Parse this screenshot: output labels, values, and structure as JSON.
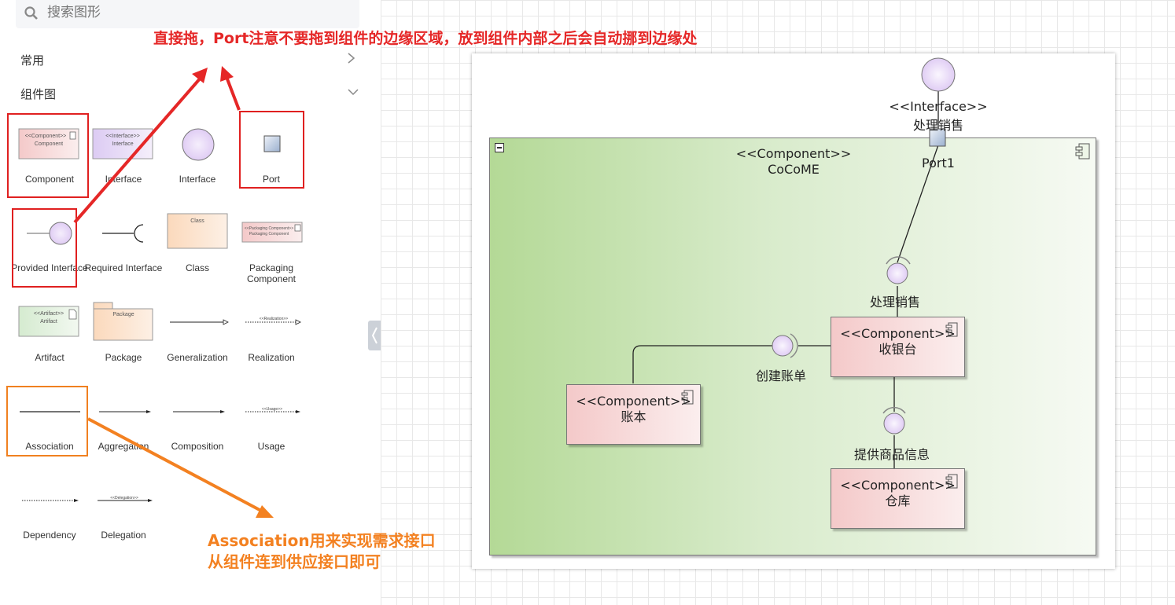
{
  "search": {
    "placeholder": "搜索图形"
  },
  "sidebar": {
    "sections": [
      {
        "label": "常用",
        "state": "collapsed"
      },
      {
        "label": "组件图",
        "state": "expanded"
      }
    ],
    "shapes": {
      "component": {
        "label": "Component",
        "mini_text": [
          "<<Component>>",
          "Component"
        ]
      },
      "interface_box": {
        "label": "Interface",
        "mini_text": [
          "<<Interface>>",
          "Interface"
        ]
      },
      "interface_circle": {
        "label": "Interface"
      },
      "port": {
        "label": "Port"
      },
      "provided_interface": {
        "label": "Provided Interface"
      },
      "required_interface": {
        "label": "Required Interface"
      },
      "class": {
        "label": "Class",
        "mini_text": "Class"
      },
      "packaging_component": {
        "label": "Packaging Component",
        "mini_text": [
          "<<Packaging Component>>",
          "Packaging Component"
        ]
      },
      "artifact": {
        "label": "Artifact",
        "mini_text": [
          "<<Artifact>>",
          "Artifact"
        ]
      },
      "package": {
        "label": "Package",
        "mini_text": "Package"
      },
      "generalization": {
        "label": "Generalization"
      },
      "realization": {
        "label": "Realization",
        "mini_text": "<<Realization>>"
      },
      "association": {
        "label": "Association"
      },
      "aggregation": {
        "label": "Aggregation"
      },
      "composition": {
        "label": "Composition"
      },
      "usage": {
        "label": "Usage",
        "mini_text": "<<Usage>>"
      },
      "dependency": {
        "label": "Dependency"
      },
      "delegation": {
        "label": "Delegation",
        "mini_text": "<<Delegation>>"
      }
    }
  },
  "annotations": {
    "top": "直接拖，Port注意不要拖到组件的边缘区域，放到组件内部之后会自动挪到边缘处",
    "bottom_line1": "Association用来实现需求接口",
    "bottom_line2": "从组件连到供应接口即可"
  },
  "diagram": {
    "interface": {
      "stereotype": "<<Interface>>",
      "name": "处理销售"
    },
    "container": {
      "stereotype": "<<Component>>",
      "name": "CoCoME"
    },
    "port": {
      "name": "Port1"
    },
    "lollipop_top": {
      "label": "处理销售"
    },
    "lollipop_left": {
      "label": "创建账单"
    },
    "lollipop_bottom": {
      "label": "提供商品信息"
    },
    "components": [
      {
        "stereotype": "<<Component>>",
        "name": "收银台"
      },
      {
        "stereotype": "<<Component>>",
        "name": "账本"
      },
      {
        "stereotype": "<<Component>>",
        "name": "仓库"
      }
    ]
  },
  "colors": {
    "highlight_red": "#e02020",
    "highlight_orange": "#f08020",
    "annotation_red": "#e52727",
    "annotation_orange": "#f38121",
    "component_fill": "#f4c9c9",
    "interface_fill": "#e6d5f5",
    "container_green": "#b8dc9c"
  }
}
